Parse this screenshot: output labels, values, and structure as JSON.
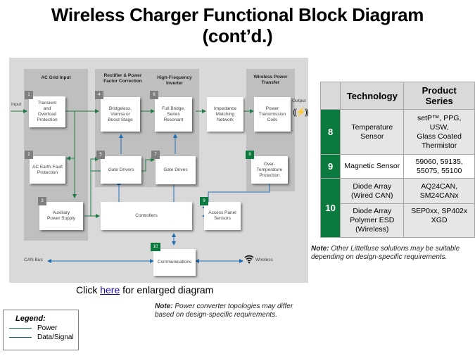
{
  "title": {
    "line1": "Wireless Charger Functional Block Diagram",
    "line2": "(cont’d.)"
  },
  "diagram": {
    "columns": [
      {
        "id": "ac-grid-input",
        "title": "AC Grid Input"
      },
      {
        "id": "rectifier-pfc",
        "title_line1": "Rectifier & Power",
        "title_line2": "Factor Correction"
      },
      {
        "id": "hf-inverter",
        "title_line1": "High-Frequency",
        "title_line2": "Inverter"
      },
      {
        "id": "wireless-power-transfer",
        "title_line1": "Wireless Power",
        "title_line2": "Transfer"
      }
    ],
    "blocks": [
      {
        "num": "1",
        "highlight": false,
        "lines": [
          "Transient",
          "and",
          "Overload",
          "Protection"
        ]
      },
      {
        "num": "2",
        "highlight": false,
        "lines": [
          "AC Earth-Fault",
          "Protection"
        ]
      },
      {
        "num": "3",
        "highlight": false,
        "lines": [
          "Auxiliary",
          "Power Supply"
        ]
      },
      {
        "num": "4",
        "highlight": false,
        "lines": [
          "Bridgeless,",
          "Vienna or",
          "Boost Stage"
        ]
      },
      {
        "num": "5",
        "highlight": false,
        "lines": [
          "Gate Drivers"
        ]
      },
      {
        "num": "6",
        "highlight": false,
        "lines": [
          "Full Bridge,",
          "Series",
          "Resonant"
        ]
      },
      {
        "num": "7",
        "highlight": false,
        "lines": [
          "Gate Drives"
        ]
      },
      {
        "num": "8",
        "highlight": true,
        "lines": [
          "Over-",
          "Temperature",
          "Protection"
        ]
      },
      {
        "num": "9",
        "highlight": true,
        "lines": [
          "Access Panel",
          "Sensors"
        ]
      },
      {
        "num": "10",
        "highlight": true,
        "lines": [
          "Communications"
        ]
      },
      {
        "num": "",
        "highlight": false,
        "lines": [
          "Impedance",
          "Matching",
          "Network"
        ]
      },
      {
        "num": "",
        "highlight": false,
        "lines": [
          "Power",
          "Transmission",
          "Coils"
        ]
      },
      {
        "num": "",
        "highlight": false,
        "lines": [
          "Controllers"
        ]
      }
    ],
    "labels": {
      "input": "Input",
      "output": "Output",
      "can_bus": "CAN Bus",
      "wireless": "Wireless"
    },
    "colors": {
      "power": "#1e7b45",
      "signal": "#1f6fb5",
      "highlight": "#0b7a3e",
      "number_box": "#7f7f7f"
    }
  },
  "click": {
    "prefix": "Click ",
    "link": "here",
    "suffix": " for enlarged diagram"
  },
  "note_diagram": {
    "bold": "Note:",
    "text_line1": " Power converter topologies may differ",
    "text_line2": "based on design-specific requirements."
  },
  "legend": {
    "title": "Legend:",
    "items": [
      {
        "label": "Power"
      },
      {
        "label": "Data/Signal"
      }
    ]
  },
  "table": {
    "headers": [
      "",
      "Technology",
      "Product Series"
    ],
    "rows": [
      {
        "num": "8",
        "technology": [
          "Temperature",
          "Sensor"
        ],
        "products": [
          "setP™, PPG,",
          "USW,",
          "Glass Coated",
          "Thermistor"
        ]
      },
      {
        "num": "9",
        "technology": [
          "Magnetic Sensor"
        ],
        "products": [
          "59060, 59135,",
          "55075, 55100"
        ]
      },
      {
        "num": "10",
        "technology": [
          "Diode Array",
          "(Wired CAN)"
        ],
        "products": [
          "AQ24CAN,",
          "SM24CANx"
        ]
      },
      {
        "num": "",
        "technology": [
          "Diode Array",
          "Polymer ESD",
          "(Wireless)"
        ],
        "products": [
          "SEP0xx, SP402x",
          "XGD"
        ]
      }
    ]
  },
  "note_table": {
    "bold": "Note:",
    "text_line1": " Other Littelfuse solutions may be suitable",
    "text_line2": "depending on design-specific requirements."
  }
}
